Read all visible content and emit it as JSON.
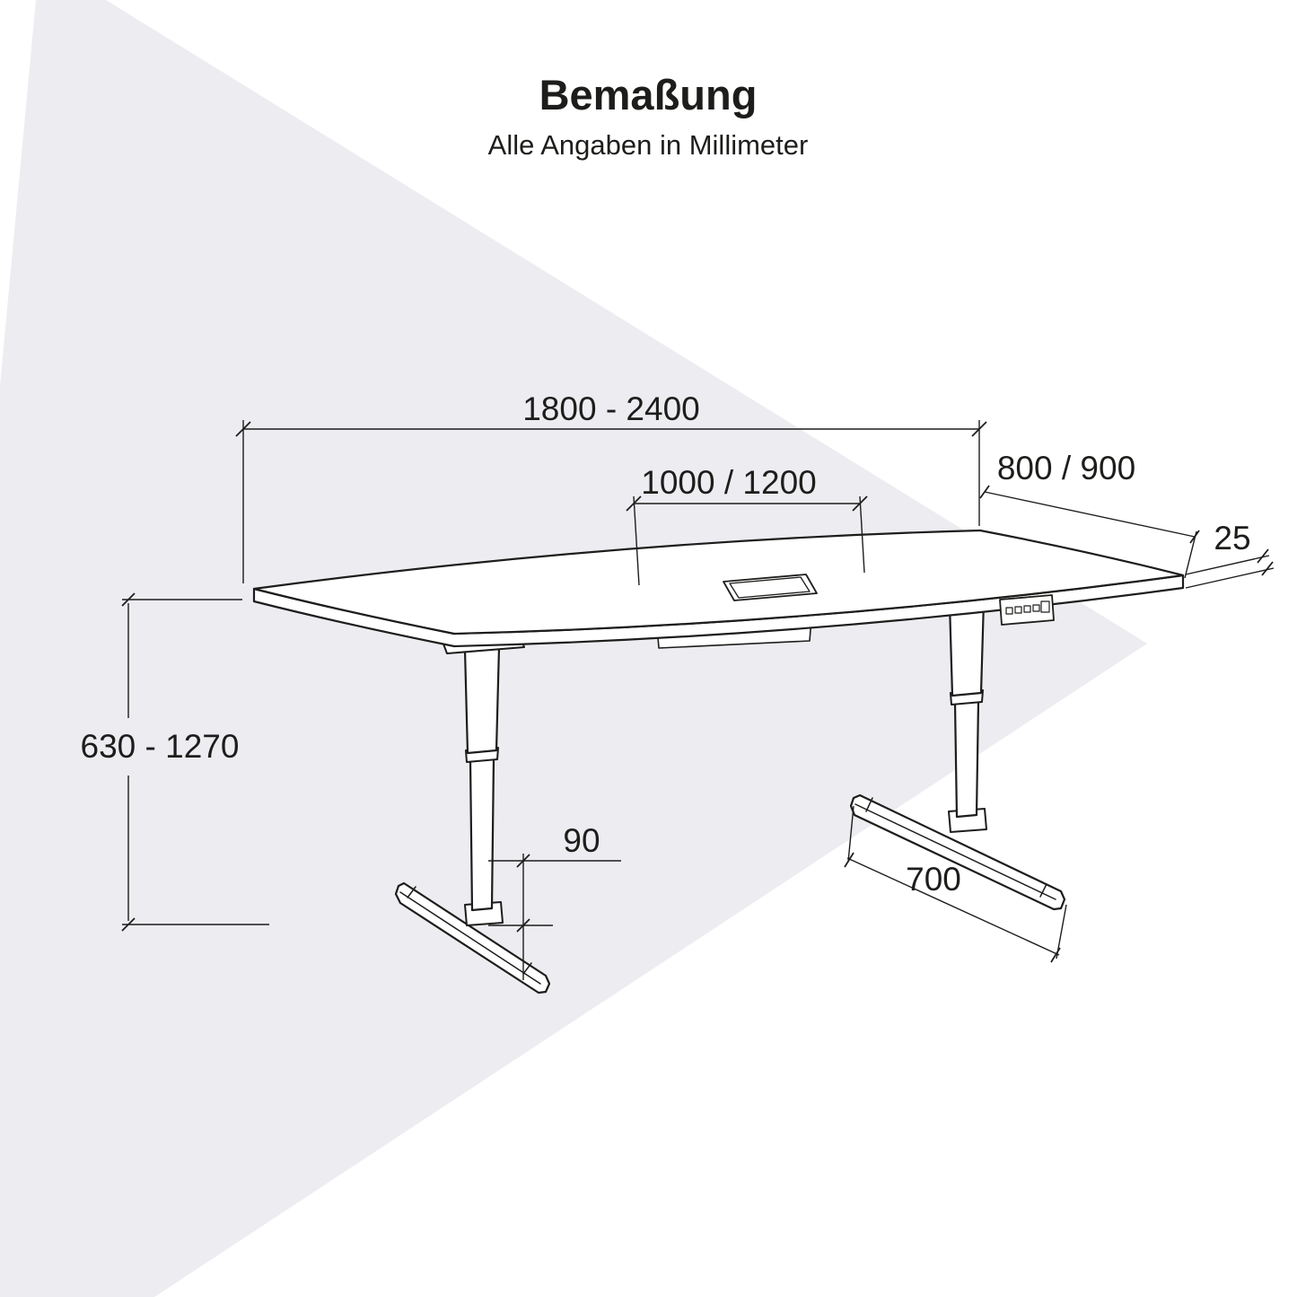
{
  "colors": {
    "background": "#ffffff",
    "beam": "#ececf1",
    "line": "#1d1d1b"
  },
  "header": {
    "title": "Bemaßung",
    "subtitle": "Alle Angaben in Millimeter"
  },
  "dimensions": {
    "length": "1800 - 2400",
    "cable_duct": "1000 / 1200",
    "depth": "800 / 900",
    "top_thickness": "25",
    "height_range": "630 - 1270",
    "foot_height": "90",
    "foot_length": "700"
  }
}
